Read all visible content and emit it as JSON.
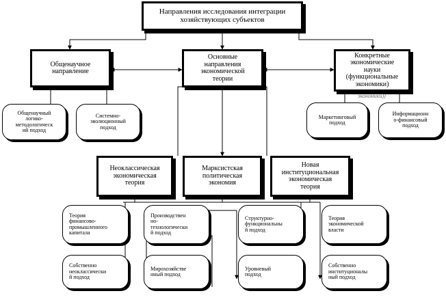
{
  "title": "Направления исследования интеграции\nхозяйствующих субъектов",
  "level1": {
    "general": "Общенаучное\nнаправление",
    "main": "Основные\nнаправления\nэкономической\nтеории",
    "concrete": "Конкретные\nэкономические\nнауки\n(функциональные\nэкономики)"
  },
  "concrete_overflow": "экономики))",
  "general_approaches": [
    "Общенаучный\nлогико-\nметодологическ\nий подход",
    "Системно-\nэволюционный\nподход"
  ],
  "concrete_approaches": [
    "Маркетинговый\nподход",
    "Информационн\nо-финансовый\nподход"
  ],
  "theories": [
    "Неоклассическая\nэкономическая\nтеория",
    "Марксистская\nполитическая\nэкономия",
    "Новая\nинституциональная\nэкономическая\nтеория"
  ],
  "neoclassical_approaches": [
    "Теория\nфинансово-\nпромышленного\nкапитала",
    "Собственно\nнеоклассически\nй подход"
  ],
  "marxist_approaches": [
    "Производствен\nно-\nтехнологически\nй подход",
    "Мирохозяйстве\nнный подход"
  ],
  "structural_approaches": [
    "Структурно-\nфункциональны\nй подход",
    "Уровневый\nподход"
  ],
  "institutional_approaches": [
    "Теория\nэкономической\nвласти",
    "Собственно\nинституционалы\nный подход"
  ]
}
